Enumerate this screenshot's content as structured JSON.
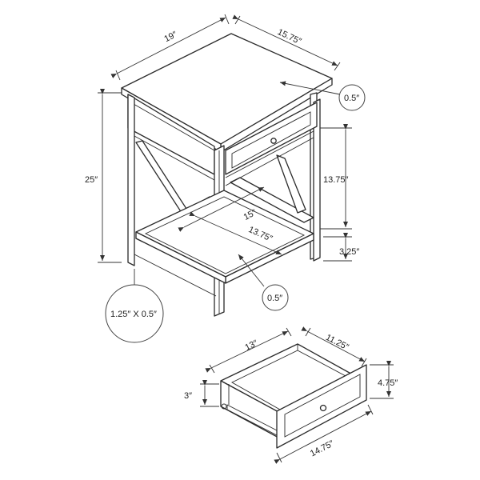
{
  "dimensions": {
    "top_width": "19″",
    "top_depth": "15.75″",
    "top_thickness": "0.5″",
    "overall_height": "25″",
    "drawer_to_shelf": "13.75″",
    "shelf_width": "15″",
    "shelf_depth": "13.75″",
    "shelf_height": "3.25″",
    "shelf_thickness": "0.5″",
    "leg_size": "1.25″ X 0.5″",
    "drawer_depth": "13″",
    "drawer_inner_width": "11.25″",
    "drawer_inner_height": "3″",
    "drawer_front_height": "4.75″",
    "drawer_front_width": "14.75″"
  }
}
